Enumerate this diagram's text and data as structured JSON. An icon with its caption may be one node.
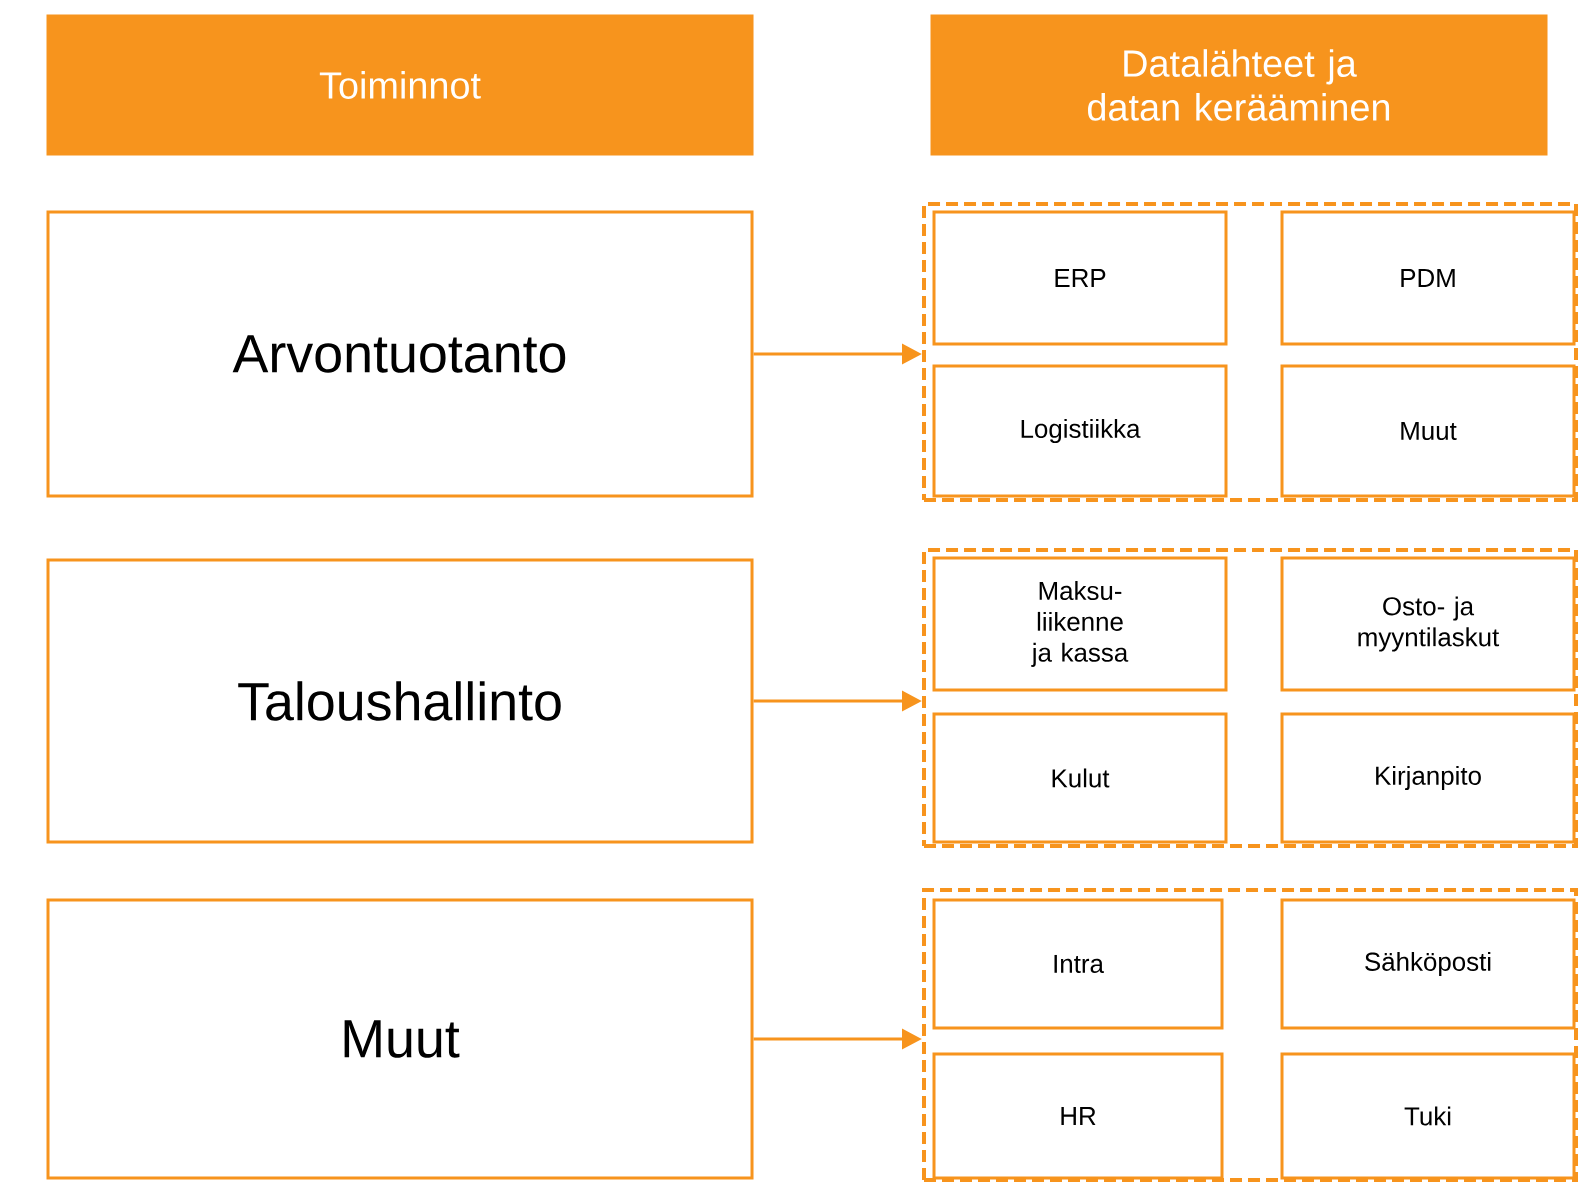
{
  "diagram": {
    "nodes": [
      {
        "text": [
          "Toiminnot"
        ]
      },
      {
        "text": [
          "Datalähteet ja datan kerääminen"
        ]
      },
      {
        "text": [
          "Arvontuotanto"
        ]
      },
      {
        "text": [],
        "shape": "box"
      },
      {
        "text": [
          "ERP"
        ],
        "in": 3
      },
      {
        "text": [
          "PDM"
        ],
        "in": 3
      },
      {
        "text": [
          "Logistiikka"
        ],
        "in": 3
      },
      {
        "text": [
          "Muut"
        ],
        "in": 3
      },
      {
        "text": [
          "Taloushallinto"
        ]
      },
      {
        "text": [],
        "shape": "box"
      },
      {
        "text": [
          "Maksu- liikenne ja kassa"
        ],
        "in": 9
      },
      {
        "text": [
          "Osto- ja myyntilaskut"
        ],
        "in": 9
      },
      {
        "text": [
          "Kulut"
        ],
        "in": 9
      },
      {
        "text": [
          "Kirjanpito"
        ],
        "in": 9
      },
      {
        "text": [
          "Muut"
        ]
      },
      {
        "text": [],
        "shape": "box"
      },
      {
        "text": [
          "Intra"
        ],
        "in": 15
      },
      {
        "text": [
          "Sähköposti"
        ],
        "in": 15
      },
      {
        "text": [
          "HR"
        ],
        "in": 15
      },
      {
        "text": [
          "Tuki"
        ],
        "in": 15
      }
    ],
    "edges": [
      {
        "from": 2,
        "to": 3,
        "arrow": "to"
      },
      {
        "from": 8,
        "to": 9,
        "arrow": "to"
      },
      {
        "from": 14,
        "to": 15,
        "arrow": "to"
      }
    ]
  }
}
